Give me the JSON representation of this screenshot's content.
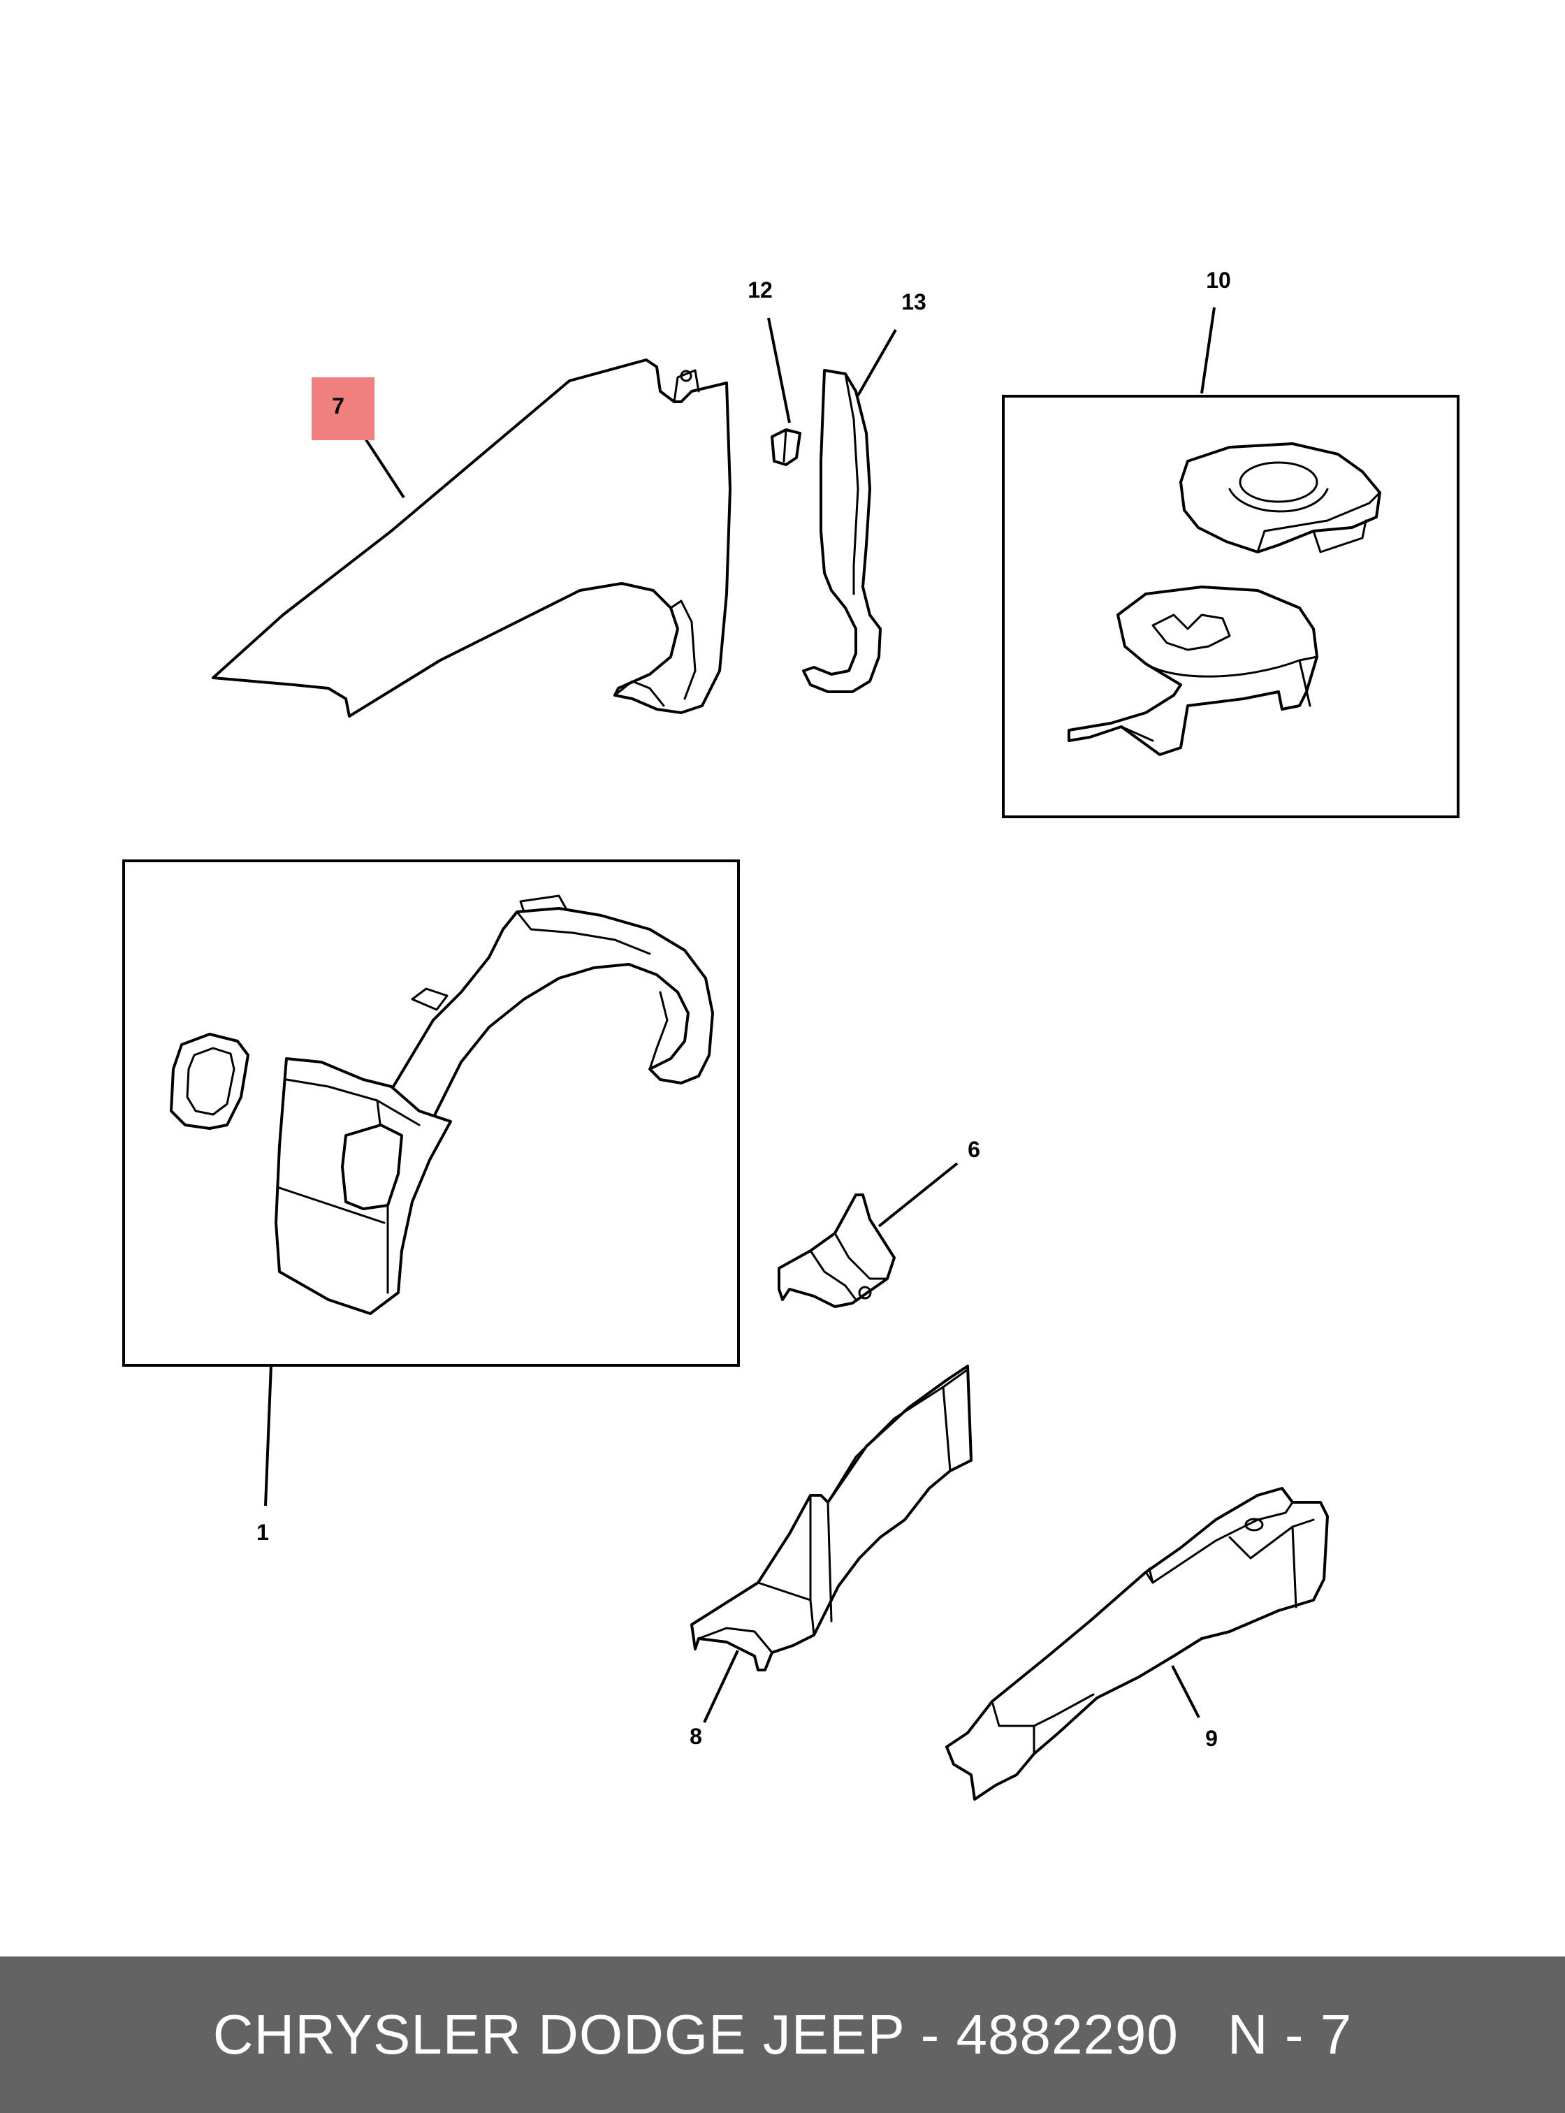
{
  "callouts": {
    "c1": "1",
    "c6": "6",
    "c7": "7",
    "c8": "8",
    "c9": "9",
    "c10": "10",
    "c12": "12",
    "c13": "13"
  },
  "highlight_color": "#f08080",
  "footer": {
    "brand": "CHRYSLER DODGE JEEP",
    "separator": " - ",
    "part_number": "4882290",
    "position_code": "N - 7",
    "background": "#636363"
  }
}
